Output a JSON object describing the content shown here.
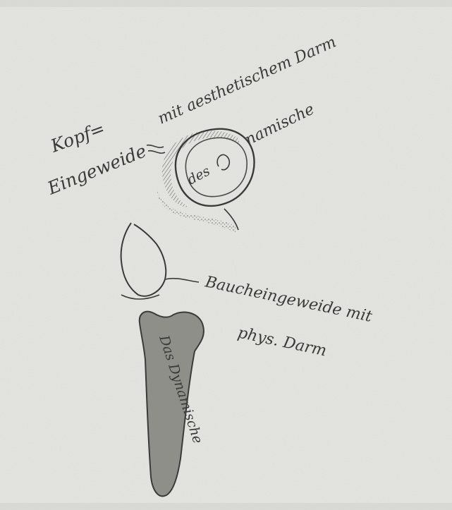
{
  "sketch": {
    "head": {
      "label_line1": "Kopf=",
      "label_line2": "Eingeweide",
      "label_line3": "mit aesthetischem Darm",
      "inner_text": "des Dynamische",
      "inner_text_prefix": "des",
      "inner_text_suffix": "namische"
    },
    "belly": {
      "label_line1": "Baucheingeweide mit",
      "label_line2": "phys. Darm",
      "inner_text": "Das Dynamische"
    }
  },
  "colors": {
    "paper": "#e8e8e4",
    "ink": "#3a3a3a",
    "shade": "#4a4a4a",
    "fill_shape": "#8f8f8a"
  }
}
